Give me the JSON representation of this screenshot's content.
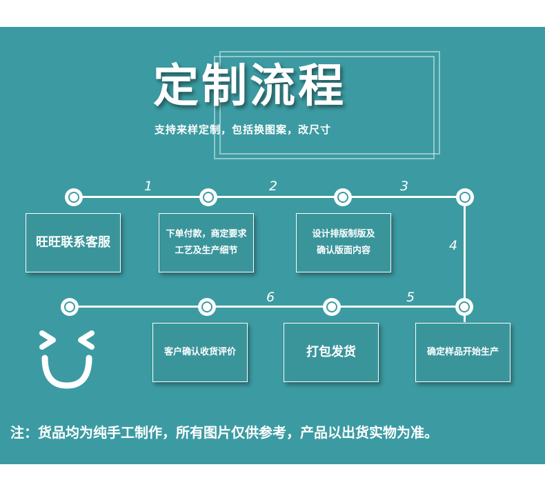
{
  "header": {
    "title": "定制流程",
    "subtitle": "支持来样定制，包括换图案，改尺寸"
  },
  "steps": {
    "step1": "旺旺联系客服",
    "step2": "下单付款，商定要求\n工艺及生产细节",
    "step3": "设计排版制版及\n确认版面内容",
    "step4": "确定样品开始生产",
    "step5": "打包发货",
    "step6": "客户确认收货评价"
  },
  "numbers": {
    "n1": "1",
    "n2": "2",
    "n3": "3",
    "n4": "4",
    "n5": "5",
    "n6": "6"
  },
  "footer": {
    "note": "注：货品均为纯手工制作，所有图片仅供参考，产品以出货实物为准。"
  },
  "colors": {
    "background": "#3c9ba2",
    "text": "#ffffff"
  },
  "icons": {
    "smiley": "smiley-face-icon"
  }
}
